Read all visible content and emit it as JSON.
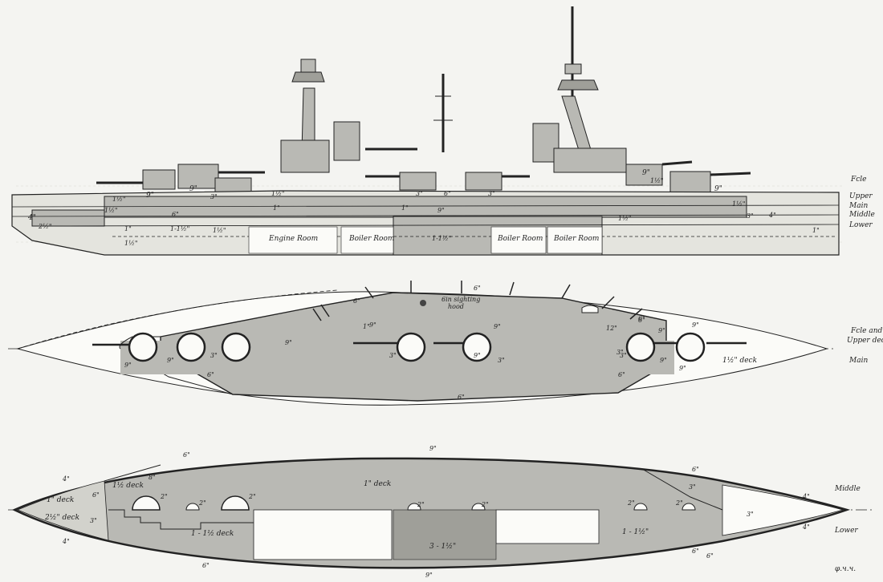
{
  "elevation": {
    "deck_labels": [
      "Fcle",
      "Upper",
      "Main",
      "Middle",
      "Lower"
    ],
    "compartments": [
      "Engine Room",
      "Boiler Room",
      "Boiler Room",
      "Boiler Room"
    ],
    "armor": {
      "a1": "1½\"",
      "a2": "9\"",
      "a3": "9\"",
      "a4": "1½\"",
      "a5": "6\"",
      "a6": "3\"",
      "a7": "1½\"",
      "a8": "1\"",
      "a9": "4\"",
      "a10": "2½\"",
      "a11": "1\"",
      "a12": "1-1½\"",
      "a13": "1½\"",
      "a14": "1½\"",
      "a15": "3\"",
      "a16": "6\"",
      "a17": "3\"",
      "a18": "9\"",
      "a19": "1-1½\"",
      "a20": "1\"",
      "a21": "9\"",
      "a22": "9\"",
      "a23": "1½\"",
      "a24": "3\"",
      "a25": "4\"",
      "a26": "1\"",
      "a27": "1½\"",
      "a28": "1½\""
    }
  },
  "upper_plan": {
    "deck_label_1": "Fcle and",
    "deck_label_2": "Upper deck.",
    "main_label": "Main",
    "hood_1": "6in sighting",
    "hood_2": "hood",
    "deck_note": "1½\" deck",
    "armor": {
      "b1": "6\"",
      "b2": "6\"",
      "b3": "1\"",
      "b4": "9\"",
      "b5": "9\"",
      "b6": "9\"",
      "b7": "3\"",
      "b8": "9\"",
      "b9": "3\"",
      "b10": "9\"",
      "b11": "3\"",
      "b12": "12\"",
      "b13": "6\"",
      "b14": "9\"",
      "b15": "9\"",
      "b16": "3\"",
      "b17": "9\"",
      "b18": "9\"",
      "b19": "3\"",
      "b20": "9\"",
      "b21": "6\"",
      "b22": "6\"",
      "b23": "6\"",
      "b24": "6\""
    }
  },
  "lower_plan": {
    "middle_label": "Middle",
    "lower_label": "Lower",
    "deck_1in": "1\" deck",
    "deck_1in_fwd": "1\" deck",
    "deck_1half": "1½ deck",
    "deck_2half": "2½\" deck",
    "deck_1_1half": "1 - 1½ deck",
    "deck_3_1half": "3 - 1½\"",
    "deck_1_1half_aft": "1 - 1½\"",
    "signature": "φ.ч.ч.",
    "armor": {
      "c1": "6\"",
      "c2": "9\"",
      "c3": "4\"",
      "c4": "6\"",
      "c5": "8\"",
      "c6": "2\"",
      "c7": "2\"",
      "c8": "2\"",
      "c9": "2\"",
      "c10": "2\"",
      "c11": "2\"",
      "c12": "2\"",
      "c13": "6\"",
      "c14": "3\"",
      "c15": "4\"",
      "c16": "3\"",
      "c17": "4\"",
      "c18": "6\"",
      "c19": "6\"",
      "c20": "9\"",
      "c21": "4\"",
      "c22": "3\"",
      "c23": "6\""
    }
  }
}
